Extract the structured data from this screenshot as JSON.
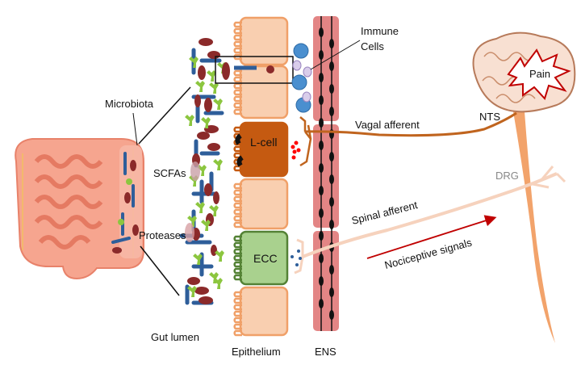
{
  "labels": {
    "microbiota": "Microbiota",
    "scfas": "SCFAs",
    "proteases": "Proteases",
    "gut_lumen": "Gut lumen",
    "epithelium": "Epithelium",
    "ens": "ENS",
    "immune_cells_1": "Immune",
    "immune_cells_2": "Cells",
    "l_cell": "L-cell",
    "ecc": "ECC",
    "vagal_afferent": "Vagal afferent",
    "nts": "NTS",
    "pain": "Pain",
    "drg": "DRG",
    "spinal_afferent": "Spinal afferent",
    "nociceptive_signals": "Nociceptive signals"
  },
  "colors": {
    "epithelial_cell": "#f9cfb0",
    "epithelial_border": "#f0a068",
    "l_cell": "#c55a11",
    "ecc_fill": "#a9d18e",
    "ecc_border": "#548235",
    "ens": "#e38585",
    "vagal": "#c0641e",
    "spinal_afferent": "#f6d2bd",
    "arrow": "#c00000",
    "bacteria_rod": "#2e5e9a",
    "bacteria_oval": "#8b2a2a",
    "bacteria_green": "#8cc63f",
    "immune_blue": "#4a8fcf",
    "immune_lavender": "#d9cdea"
  }
}
